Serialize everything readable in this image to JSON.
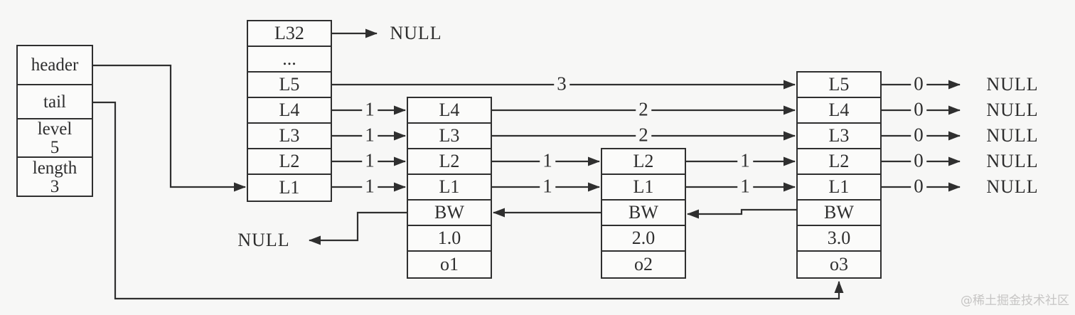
{
  "watermark": "@稀土掘金技术社区",
  "colors": {
    "background": "#f7f7f6",
    "line": "#2f2f2f",
    "box_fill": "#fbfbfa",
    "watermark": "#c6c5c4"
  },
  "struct_box": {
    "header": "header",
    "tail": "tail",
    "level_label": "level",
    "level_value": "5",
    "length_label": "length",
    "length_value": "3"
  },
  "nodes": {
    "head": {
      "cells": [
        "L32",
        "...",
        "L5",
        "L4",
        "L3",
        "L2",
        "L1"
      ]
    },
    "o1": {
      "cells": [
        "L4",
        "L3",
        "L2",
        "L1",
        "BW",
        "1.0",
        "o1"
      ]
    },
    "o2": {
      "cells": [
        "L2",
        "L1",
        "BW",
        "2.0",
        "o2"
      ]
    },
    "o3": {
      "cells": [
        "L5",
        "L4",
        "L3",
        "L2",
        "L1",
        "BW",
        "3.0",
        "o3"
      ]
    }
  },
  "spans": {
    "head_L5": "3",
    "head_L4": "1",
    "head_L3": "1",
    "head_L2": "1",
    "head_L1": "1",
    "o1_L4": "2",
    "o1_L3": "2",
    "o1_L2": "1",
    "o1_L1": "1",
    "o2_L2": "1",
    "o2_L1": "1",
    "o3_L5": "0",
    "o3_L4": "0",
    "o3_L3": "0",
    "o3_L2": "0",
    "o3_L1": "0"
  },
  "null_labels": {
    "top": "NULL",
    "backward": "NULL",
    "right": [
      "NULL",
      "NULL",
      "NULL",
      "NULL",
      "NULL"
    ]
  }
}
